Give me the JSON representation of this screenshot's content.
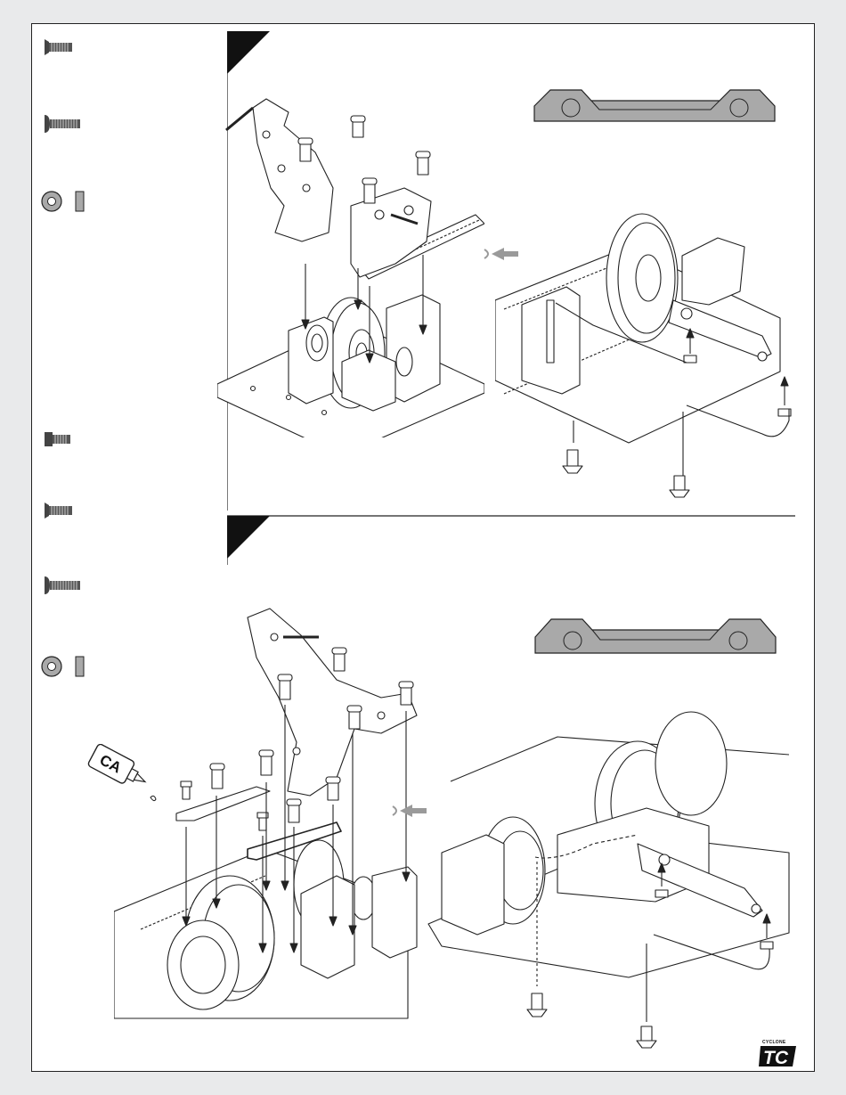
{
  "step_1": {
    "step_number": "",
    "parts": [
      {
        "icon": "flat-head-screw-icon"
      },
      {
        "icon": "button-head-screw-icon"
      },
      {
        "icon": "washer-spacer-icon"
      }
    ],
    "detail_part": "upper-bulkhead-brace-icon",
    "arrow": "arrow-transition-icon"
  },
  "step_2": {
    "step_number": "",
    "parts": [
      {
        "icon": "cap-screw-icon"
      },
      {
        "icon": "flat-head-screw-icon"
      },
      {
        "icon": "button-head-screw-icon"
      },
      {
        "icon": "washer-spacer-icon"
      }
    ],
    "ca_label": "CA",
    "detail_part": "upper-bulkhead-brace-icon",
    "arrow": "arrow-transition-icon"
  },
  "footer": {
    "logo_small": "CYCLONE",
    "logo_text": "TC"
  },
  "colors": {
    "page_bg": "#e9eaeb",
    "sheet_bg": "#ffffff",
    "line": "#222222",
    "part_fill": "#a9a9a9",
    "arrow_gray": "#9a9a9a"
  }
}
